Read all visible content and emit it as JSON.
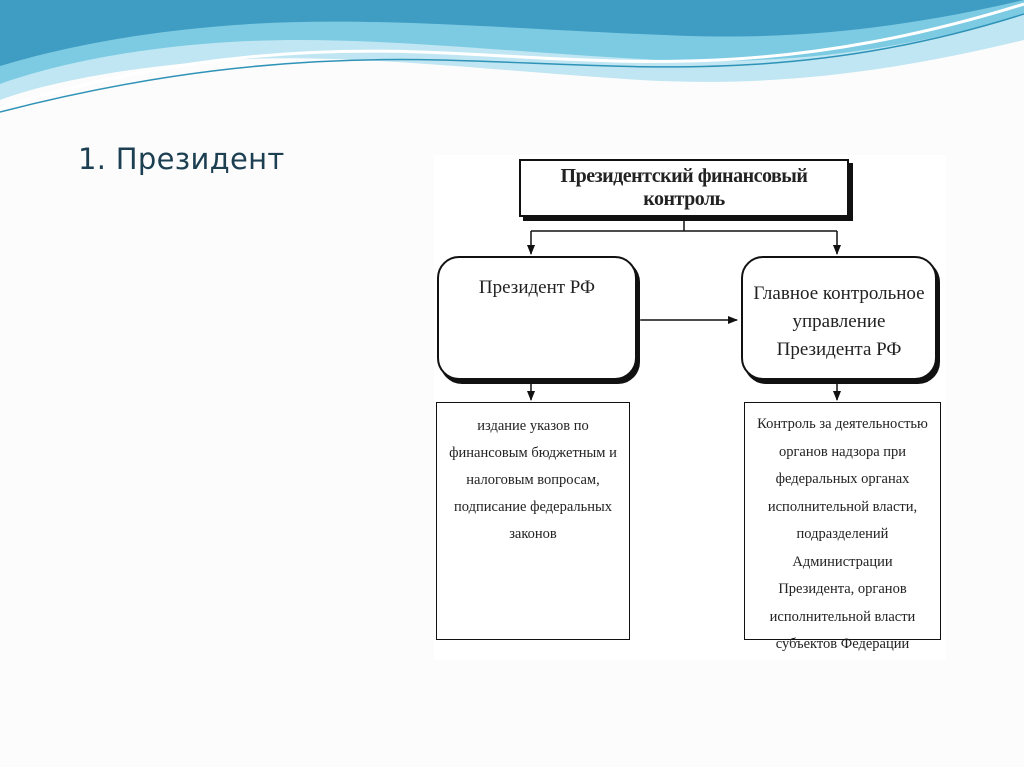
{
  "slide": {
    "title": "1. Президент"
  },
  "diagram": {
    "header": "Президентский финансовый контроль",
    "roles": {
      "left": "Президент РФ",
      "right": "Главное контрольное\nуправление\nПрезидента РФ"
    },
    "descriptions": {
      "left": "издание указов по\nфинансовым бюджетным и\nналоговым вопросам,\nподписание федеральных\nзаконов",
      "right": "Контроль за деятельностью\nорганов надзора при\nфедеральных органах\nисполнительной власти,\nподразделений\nАдминистрации\nПрезидента, органов\nисполнительной власти\nсубъектов Федерации"
    }
  },
  "theme": {
    "background": "#fcfcfc",
    "wave_light": "#c8eaf4",
    "wave_mid": "#6cc3de",
    "wave_dark": "#2e8fb5",
    "title_color": "#1c3f52"
  }
}
